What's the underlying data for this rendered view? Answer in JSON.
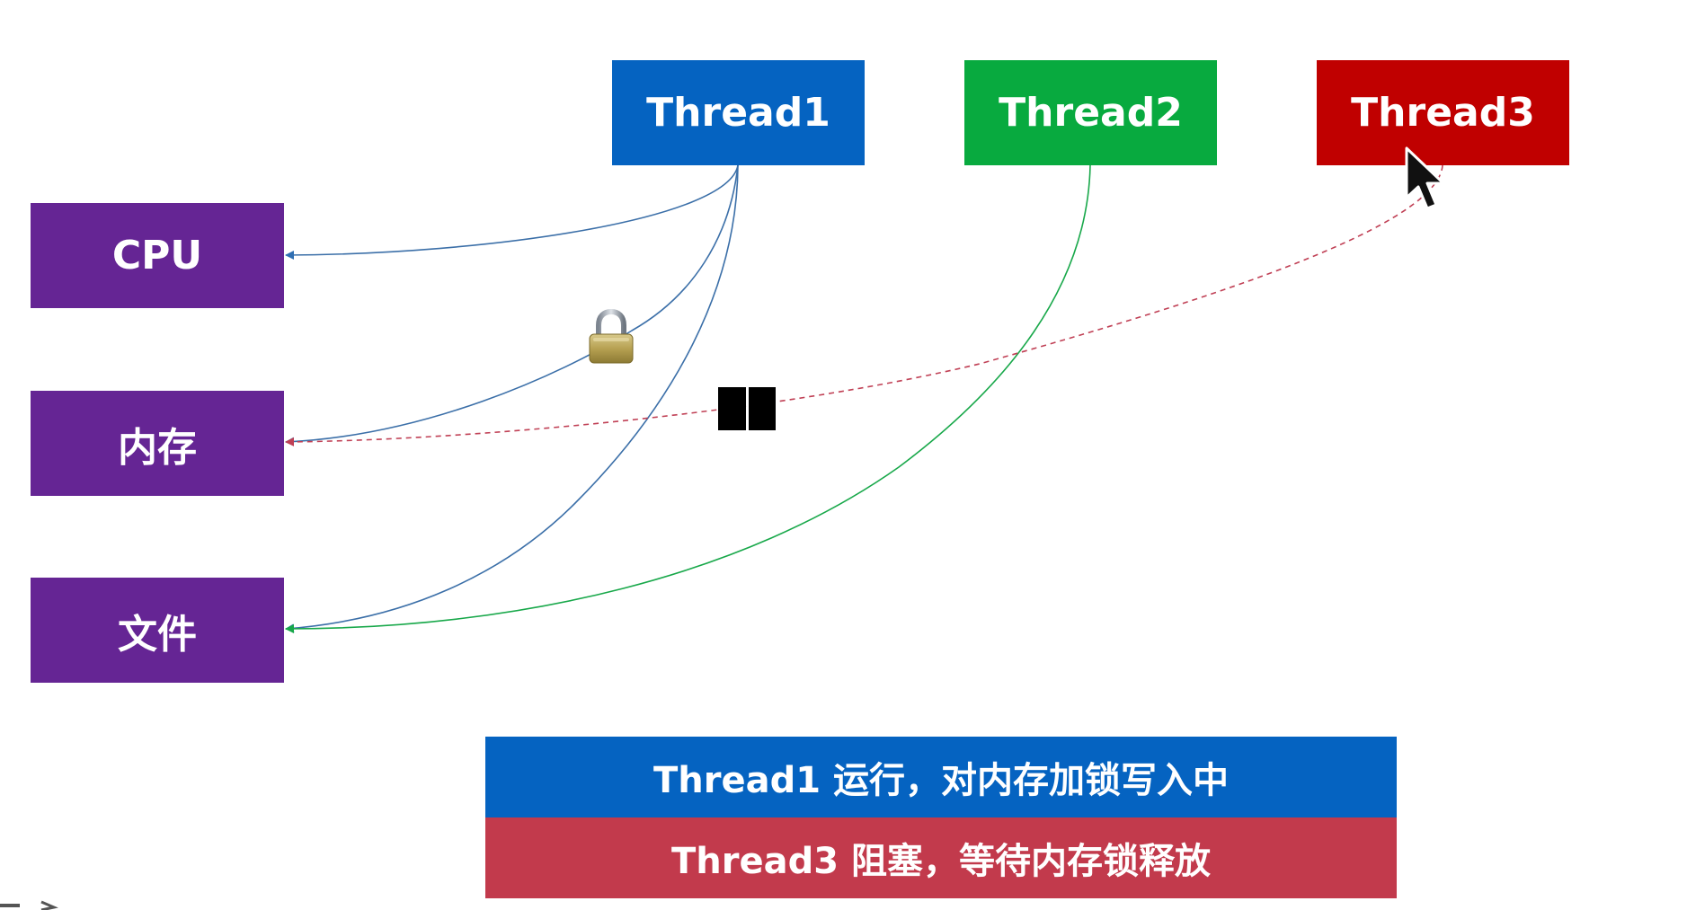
{
  "threads": [
    {
      "label": "Thread1",
      "color": "#0563c1"
    },
    {
      "label": "Thread2",
      "color": "#08aa3f"
    },
    {
      "label": "Thread3",
      "color": "#c00000"
    }
  ],
  "resources": [
    {
      "label": "CPU"
    },
    {
      "label": "内存"
    },
    {
      "label": "文件"
    }
  ],
  "resource_color": "#652594",
  "icons": {
    "lock": "padlock-icon",
    "block": "blocked-square-icon",
    "cursor": "mouse-pointer-icon"
  },
  "status": [
    {
      "text": "Thread1 运行，对内存加锁写入中",
      "color": "#0563c1"
    },
    {
      "text": "Thread3 阻塞，等待内存锁释放",
      "color": "#c23a4c"
    }
  ]
}
